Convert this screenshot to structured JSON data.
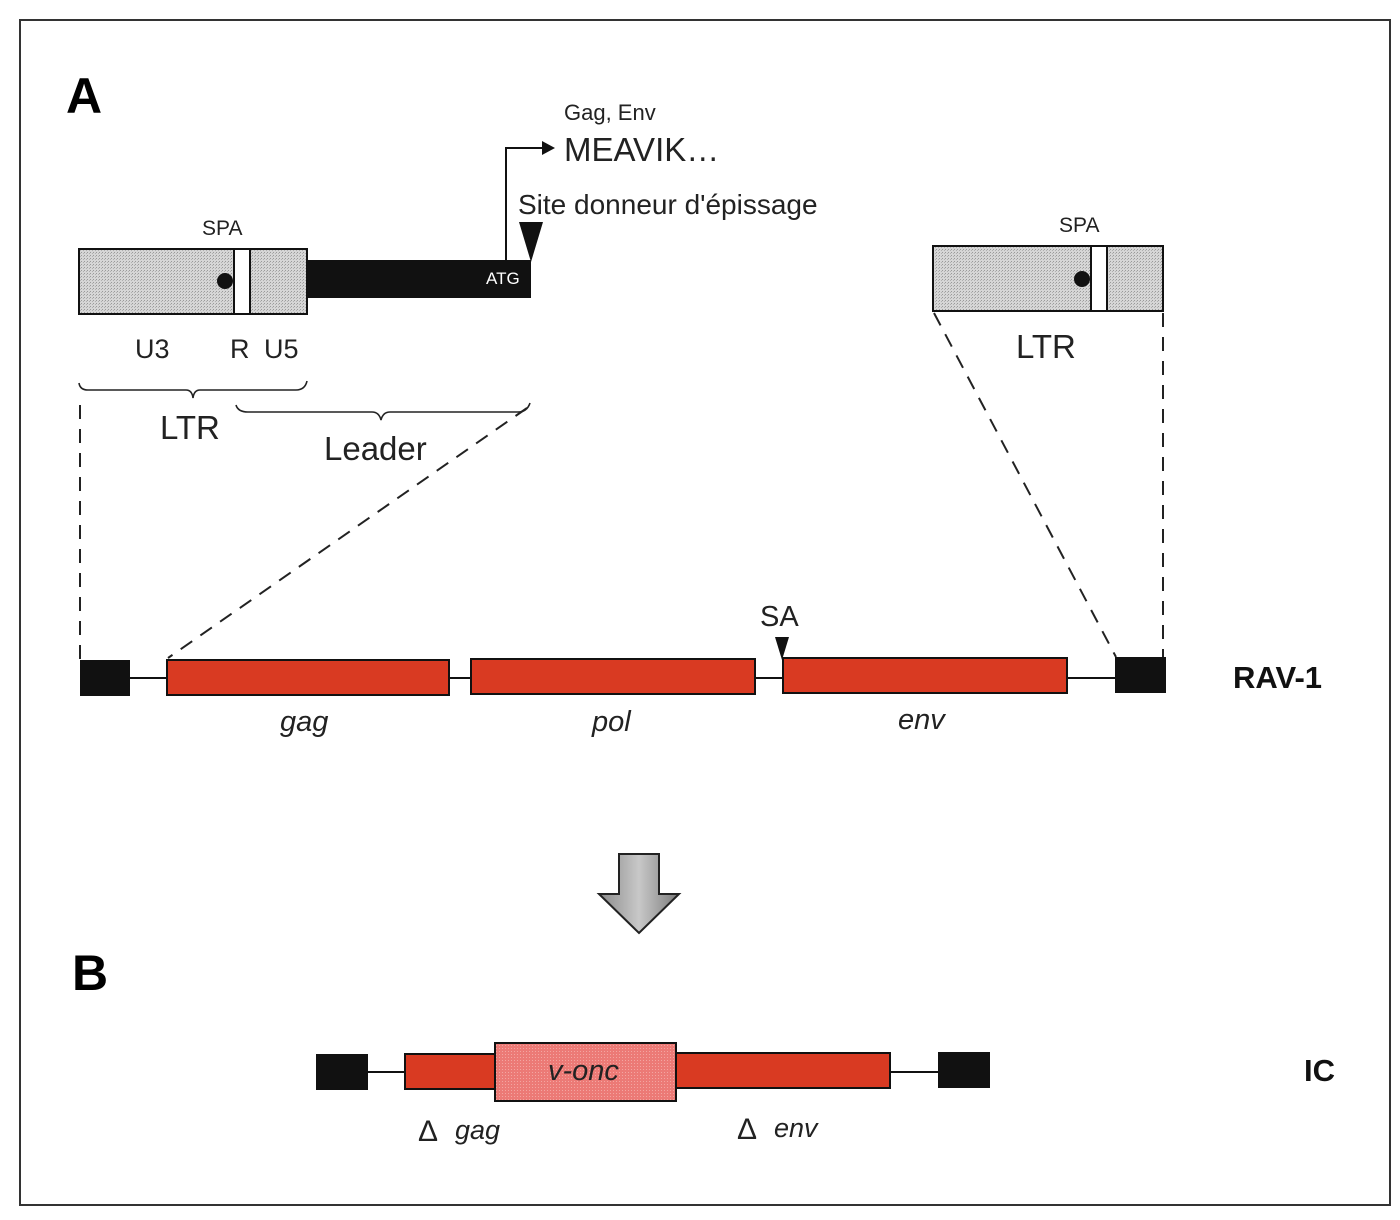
{
  "panels": {
    "a": {
      "letter": "A"
    },
    "b": {
      "letter": "B"
    }
  },
  "colors": {
    "gene_red": "#d93a22",
    "vonc_pink": "#ea7470",
    "ltr_gray": "#cfcfcf",
    "black": "#111111",
    "border": "#333333"
  },
  "ltr_detail": {
    "spa_label": "SPA",
    "atg_label": "ATG",
    "segments": {
      "u3": "U3",
      "r": "R",
      "u5": "U5"
    },
    "ltr_brace_label": "LTR",
    "leader_brace_label": "Leader",
    "start_arrow": {
      "proteins_label": "Gag, Env",
      "sequence_label": "MEAVIK…"
    },
    "splice_donor_label": "Site donneur d'épissage"
  },
  "ltr_right": {
    "spa_label": "SPA",
    "label": "LTR"
  },
  "rav1": {
    "name": "RAV-1",
    "genes": [
      {
        "id": "gag",
        "label": "gag"
      },
      {
        "id": "pol",
        "label": "pol"
      },
      {
        "id": "env",
        "label": "env"
      }
    ],
    "splice_acceptor_label": "SA"
  },
  "transition_arrow": {
    "icon": "down-arrow-icon"
  },
  "ic": {
    "name": "IC",
    "oncogene_label": "v-onc",
    "deleted_genes": [
      {
        "symbol": "Δ",
        "label": "gag"
      },
      {
        "symbol": "Δ",
        "label": "env"
      }
    ]
  }
}
